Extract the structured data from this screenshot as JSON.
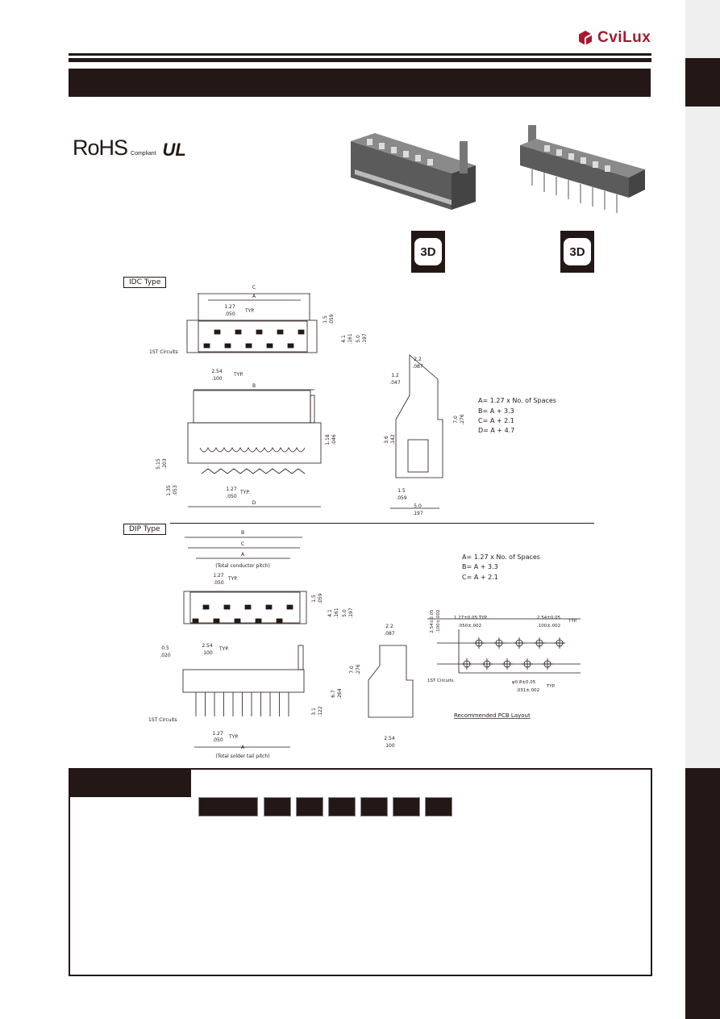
{
  "brand": {
    "name": "CviLux",
    "color": "#a6192e"
  },
  "certifications": {
    "rohs": "RoHS",
    "rohs_sub": "Compliant",
    "ul": "UL"
  },
  "model_icons": [
    {
      "label": "3D"
    },
    {
      "label": "3D"
    }
  ],
  "idc": {
    "label": "IDC Type",
    "dims": {
      "c": "C",
      "a": "A",
      "b": "B",
      "d": "D",
      "p127": "1.27",
      "p050": ".050",
      "typ": "TYP.",
      "t15": "1.5",
      "t059": ".059",
      "t41": "4.1",
      "t161": ".161",
      "t50": "5.0",
      "t197": ".197",
      "first": "1ST Circuits",
      "p254": "2.54",
      "p100": ".100",
      "h118": "1.18",
      "h046": ".046",
      "h515": "5.15",
      "h203": ".203",
      "h135": "1.35",
      "h053": ".053",
      "s22": "2.2",
      "s087": ".087",
      "s12": "1.2",
      "s047": ".047",
      "s70": "7.0",
      "s276": ".276",
      "s36": "3.6",
      "s142": ".142",
      "s15": "1.5",
      "s059": ".059",
      "s50": "5.0",
      "s197": ".197"
    },
    "formulas": [
      "A= 1.27 x No. of Spaces",
      "B= A + 3.3",
      "C= A + 2.1",
      "D= A + 4.7"
    ]
  },
  "dip": {
    "label": "DIP Type",
    "dims": {
      "b": "B",
      "c": "C",
      "a": "A",
      "conductor": "(Total conductor pitch)",
      "p127": "1.27",
      "p050": ".050",
      "typ": "TYP.",
      "t15": "1.5",
      "t059": ".059",
      "t41": "4.1",
      "t161": ".161",
      "t50": "5.0",
      "t197": ".197",
      "p254": "2.54",
      "p100": ".100",
      "d05": "0.5",
      "d020": ".020",
      "h67": "6.7",
      "h264": ".264",
      "h31": "3.1",
      "h122": ".122",
      "first": "1ST Circuits",
      "a2": "A",
      "tail": "(Total solder tail pitch)",
      "s22": "2.2",
      "s087": ".087",
      "s70": "7.0",
      "s276": ".276",
      "s254": "2.54",
      "s100": ".100"
    },
    "formulas": [
      "A= 1.27 x No. of Spaces",
      "B= A + 3.3",
      "C= A + 2.1"
    ]
  },
  "pcb": {
    "v254": "2.54±0.05",
    "v100": ".100±.002",
    "p127": "1.27±0.05 TYP.",
    "p050": ".050±.002",
    "p254": "2.54±0.05",
    "p100": ".100±.002",
    "typ": "TYP.",
    "first": "1ST Circuits",
    "hole": "φ0.8±0.05",
    "hole_in": ".031±.002",
    "hole_typ": "TYP.",
    "title": "Recommended PCB Layout"
  },
  "ordering": {
    "boxes": 7
  }
}
